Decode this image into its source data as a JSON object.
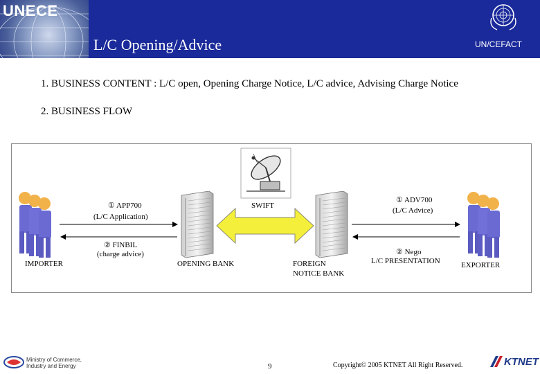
{
  "header": {
    "brand": "UNECE",
    "title": "L/C Opening/Advice",
    "org_label": "UN/CEFACT"
  },
  "body": {
    "content_line": "1. BUSINESS  CONTENT : L/C open, Opening Charge Notice,  L/C advice, Advising Charge Notice",
    "flow_heading": "2. BUSINESS FLOW"
  },
  "diagram": {
    "importer": "IMPORTER",
    "exporter": "EXPORTER",
    "opening_bank": "OPENING BANK",
    "foreign_bank_line1": "FOREIGN",
    "foreign_bank_line2": "NOTICE BANK",
    "network": "SWIFT",
    "app700": "① APP700",
    "app700_sub": "(L/C Application)",
    "finbil": "② FINBIL",
    "finbil_sub": "(charge advice)",
    "adv700": "① ADV700",
    "adv700_sub": "(L/C Advice)",
    "nego": "② Nego",
    "nego_sub": "L/C PRESENTATION"
  },
  "footer": {
    "ministry_line1": "Ministry of Commerce,",
    "ministry_line2": "Industry and Energy",
    "page_number": "9",
    "copyright": "Copyright© 2005  KTNET  All Right Reserved.",
    "brand": "KTNET"
  },
  "colors": {
    "header_bg": "#1a2a9a",
    "arrow_fill": "#f4ef3a",
    "person_fill": "#6a6ad2",
    "person_head": "#f2b24a"
  }
}
